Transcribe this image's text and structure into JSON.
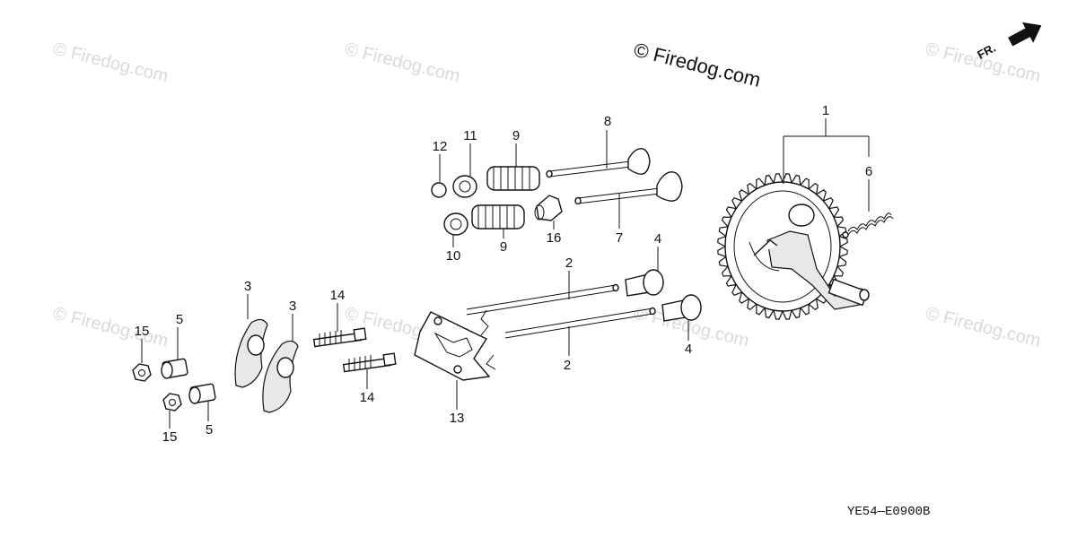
{
  "watermarks": {
    "faint": "© Firedog.com",
    "main": "© Firedog.com"
  },
  "direction_label": "FR.",
  "diagram_code": "YE54—E0900B",
  "part_labels": {
    "p1": "1",
    "p2a": "2",
    "p2b": "2",
    "p3a": "3",
    "p3b": "3",
    "p4a": "4",
    "p4b": "4",
    "p5a": "5",
    "p5b": "5",
    "p6": "6",
    "p7": "7",
    "p8": "8",
    "p9a": "9",
    "p9b": "9",
    "p10": "10",
    "p11": "11",
    "p12": "12",
    "p13": "13",
    "p14a": "14",
    "p14b": "14",
    "p15a": "15",
    "p15b": "15",
    "p16": "16"
  },
  "icons": {
    "direction": "arrow-right-icon"
  }
}
